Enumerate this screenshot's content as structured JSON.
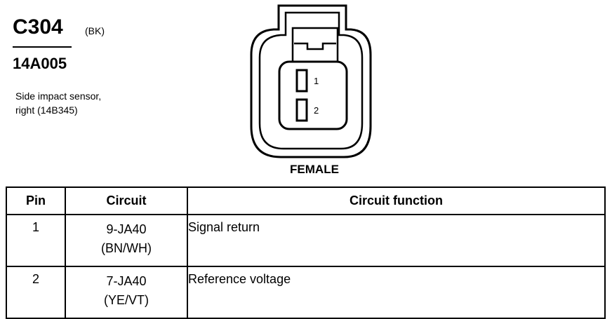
{
  "header": {
    "connector_id": "C304",
    "color_code": "(BK)",
    "part_number": "14A005",
    "description_lines": [
      "Side impact sensor,",
      "right (14B345)"
    ]
  },
  "connector_view": {
    "gender_label": "FEMALE",
    "pin_labels": [
      "1",
      "2"
    ]
  },
  "pin_table": {
    "columns": [
      "Pin",
      "Circuit",
      "Circuit function"
    ],
    "rows": [
      {
        "pin": "1",
        "circuit": "9-JA40",
        "wire_color": "(BN/WH)",
        "function": "Signal return"
      },
      {
        "pin": "2",
        "circuit": "7-JA40",
        "wire_color": "(YE/VT)",
        "function": "Reference voltage"
      }
    ]
  }
}
